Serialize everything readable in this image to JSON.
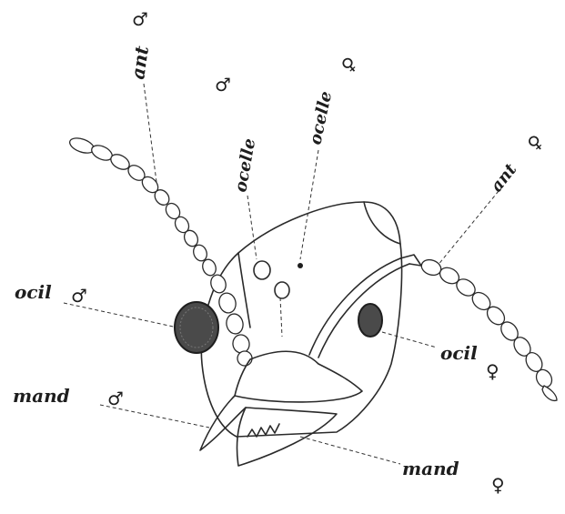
{
  "labels": {
    "ant_left": "ant",
    "ant_right": "ant",
    "ocelle_male": "ocelle",
    "ocelle_female": "ocelle",
    "ocil_left": "ocil",
    "ocil_right": "ocil",
    "mand_left": "mand",
    "mand_right": "mand"
  },
  "symbols": {
    "male": "♂",
    "female": "♀"
  }
}
